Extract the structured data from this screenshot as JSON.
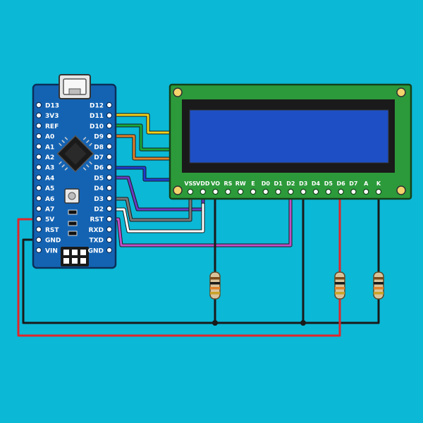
{
  "colors": {
    "background": "#0bb8d6",
    "arduino_board": "#1463b3",
    "lcd_pcb": "#2c9a3a",
    "lcd_screen": "#1e4fc4",
    "wire_yellow": "#f2d21b",
    "wire_green": "#1aa83a",
    "wire_orange": "#e0822b",
    "wire_blue": "#1f3fd1",
    "wire_purple": "#6a3cc4",
    "wire_gray": "#7a7a7a",
    "wire_white": "#ffffff",
    "wire_magenta": "#c050c8",
    "wire_red": "#e0262b",
    "wire_black": "#1a1a1a"
  },
  "arduino": {
    "left_pins": [
      "D13",
      "3V3",
      "REF",
      "A0",
      "A1",
      "A2",
      "A3",
      "A4",
      "A5",
      "A6",
      "A7",
      "5V",
      "RST",
      "GND",
      "VIN"
    ],
    "right_pins": [
      "D12",
      "D11",
      "D10",
      "D9",
      "D8",
      "D7",
      "D6",
      "D5",
      "D4",
      "D3",
      "D2",
      "RST",
      "RXD",
      "TXD",
      "GND"
    ]
  },
  "lcd": {
    "pins": [
      "VSS",
      "VDD",
      "VO",
      "RS",
      "RW",
      "E",
      "D0",
      "D1",
      "D2",
      "D3",
      "D4",
      "D5",
      "D6",
      "D7",
      "A",
      "K"
    ]
  },
  "icons": [
    "usb-connector-icon",
    "microcontroller-chip-icon",
    "reset-button-icon",
    "resistor-icon",
    "mounting-hole-icon"
  ]
}
